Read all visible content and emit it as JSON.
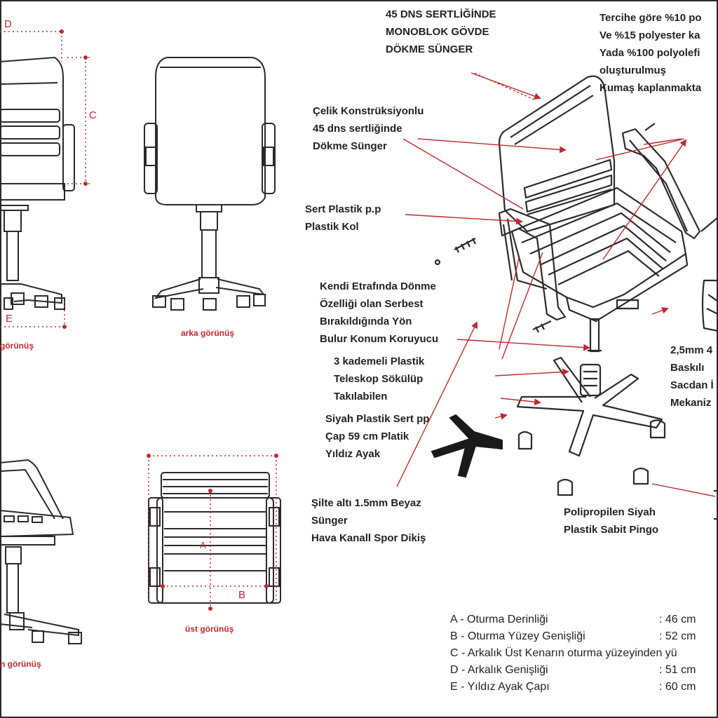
{
  "labels": {
    "monoblok": [
      "45 DNS SERTLİĞİNDE",
      "MONOBLOK GÖVDE",
      "DÖKME SÜNGER"
    ],
    "fabric": [
      "Tercihe göre %10 po",
      "Ve %15 polyester ka",
      "Yada %100 polyolefi",
      "oluşturulmuş",
      "Kumaş kaplanmakta"
    ],
    "steel": [
      "Çelik Konstrüksiyonlu",
      "45 dns sertliğinde",
      "Dökme Sünger"
    ],
    "plastic_arm": [
      "Sert Plastik p.p",
      "Plastik Kol"
    ],
    "swivel": [
      "Kendi Etrafında Dönme",
      "Özelliği olan Serbest",
      "Bırakıldığında Yön",
      "Bulur Konum Koruyucu"
    ],
    "telescope": [
      "3 kademeli Plastik",
      "Teleskop  Sökülüp",
      "Takılabilen"
    ],
    "star_base": [
      "Siyah Plastik Sert pp",
      "Çap 59 cm Platik",
      "Yıldız Ayak"
    ],
    "mechanism": [
      "2,5mm 4",
      "Baskılı",
      "Sacdan İ",
      "Mekaniz"
    ],
    "foam": [
      "Şilte altı 1.5mm Beyaz",
      "Sünger",
      "Hava Kanall Spor Dikiş"
    ],
    "glide": [
      "Polipropilen Siyah",
      "Plastik Sabit Pingo"
    ]
  },
  "views": {
    "front": "görünüş",
    "back": "arka görünüş",
    "side": "n görünüş",
    "top": "üst görünüş"
  },
  "dims": {
    "A": "A",
    "B": "B",
    "C": "C",
    "D": "D",
    "E": "E"
  },
  "legend": [
    {
      "label": "A - Oturma Derinliği",
      "value": ": 46 cm"
    },
    {
      "label": "B - Oturma Yüzey Genişliği",
      "value": ": 52 cm"
    },
    {
      "label": "C - Arkalık Üst Kenarın oturma yüzeyinden yü",
      "value": ""
    },
    {
      "label": "D - Arkalık Genişliği",
      "value": ": 51 cm"
    },
    {
      "label": "E - Yıldız Ayak Çapı",
      "value": ": 60 cm"
    }
  ],
  "colors": {
    "line": "#2a2a2a",
    "accent": "#c0282d"
  }
}
